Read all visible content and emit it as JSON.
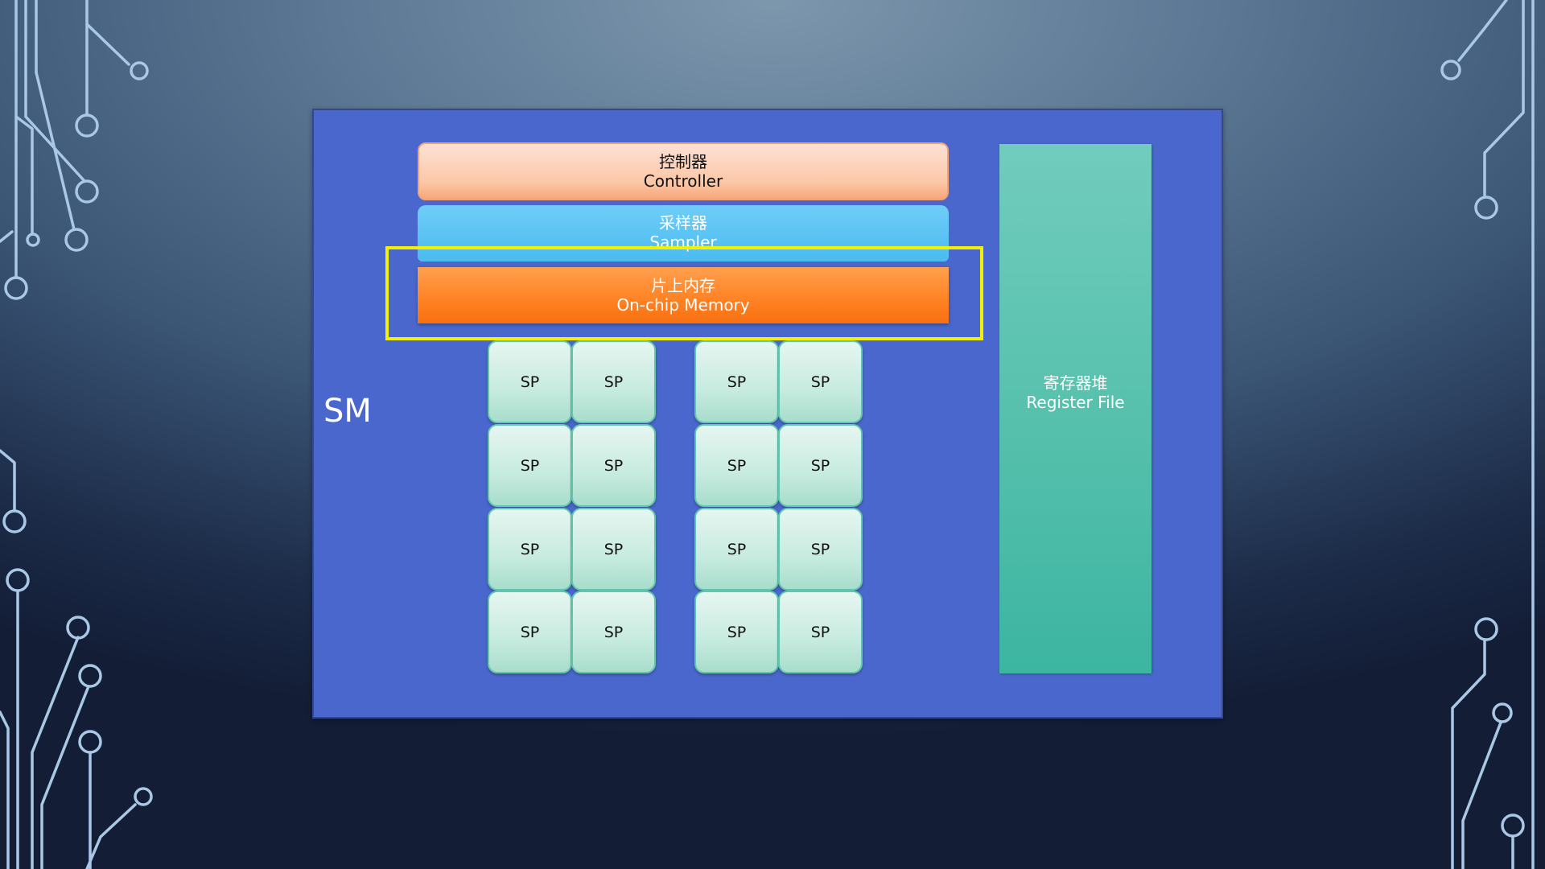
{
  "diagram": {
    "sm_label": "SM",
    "controller": {
      "zh": "控制器",
      "en": "Controller"
    },
    "sampler": {
      "zh": "采样器",
      "en": "Sampler"
    },
    "memory": {
      "zh": "片上内存",
      "en": "On-chip Memory"
    },
    "register_file": {
      "zh": "寄存器堆",
      "en": "Register File"
    },
    "sp_label": "SP",
    "sp_groups": [
      {
        "rows": 4,
        "cols": 2,
        "labels": [
          "SP",
          "SP",
          "SP",
          "SP",
          "SP",
          "SP",
          "SP",
          "SP"
        ]
      },
      {
        "rows": 4,
        "cols": 2,
        "labels": [
          "SP",
          "SP",
          "SP",
          "SP",
          "SP",
          "SP",
          "SP",
          "SP"
        ]
      }
    ],
    "highlighted_component": "On-chip Memory"
  },
  "colors": {
    "sm_panel": "#4a67cd",
    "controller": "#fbc7a7",
    "sampler": "#4bbbf0",
    "memory": "#ff8124",
    "sp": "#c7ebdf",
    "register_file": "#55c0ac",
    "highlight": "#f5f000"
  }
}
